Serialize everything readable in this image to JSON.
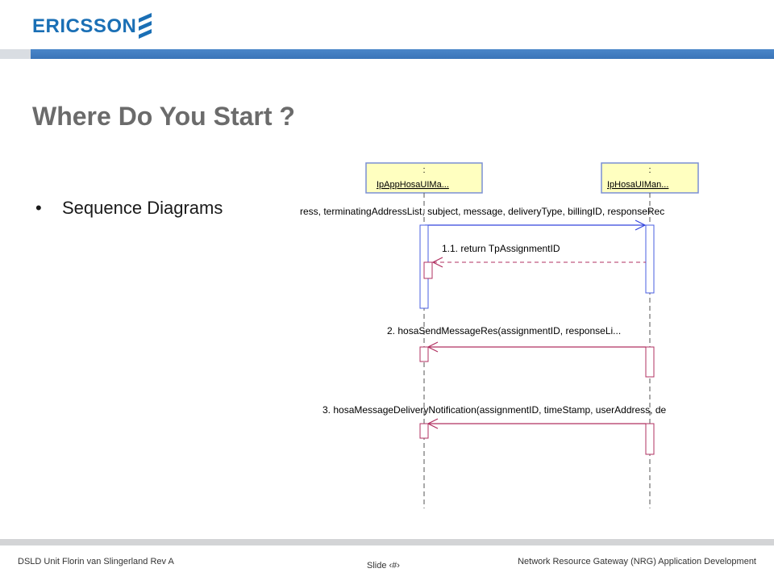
{
  "header": {
    "logo_text": "ERICSSON",
    "accent_color": "#1a6fb5"
  },
  "slide": {
    "title": "Where Do You Start ?",
    "bullets": [
      "Sequence Diagrams"
    ]
  },
  "diagram": {
    "lifelines": [
      {
        "colon": ":",
        "name": "IpAppHosaUIMa..."
      },
      {
        "colon": ":",
        "name": "IpHosaUIMan..."
      }
    ],
    "messages": [
      {
        "label": "ress, terminatingAddressList, subject, message, deliveryType, billingID, responseRec",
        "kind": "call"
      },
      {
        "label": "1.1. return TpAssignmentID",
        "kind": "return"
      },
      {
        "label": "2. hosaSendMessageRes(assignmentID, responseLi...",
        "kind": "callback"
      },
      {
        "label": "3. hosaMessageDeliveryNotification(assignmentID, timeStamp, userAddress, de",
        "kind": "callback"
      }
    ],
    "colors": {
      "lifeline_box_fill": "#ffffc0",
      "lifeline_box_border": "#7a8fd4",
      "blue_activation": "#4a5fe0",
      "red_activation": "#b03060"
    }
  },
  "footer": {
    "left": "DSLD Unit Florin van Slingerland Rev A",
    "center": "Slide ‹#›",
    "right": "Network Resource Gateway (NRG) Application Development"
  }
}
